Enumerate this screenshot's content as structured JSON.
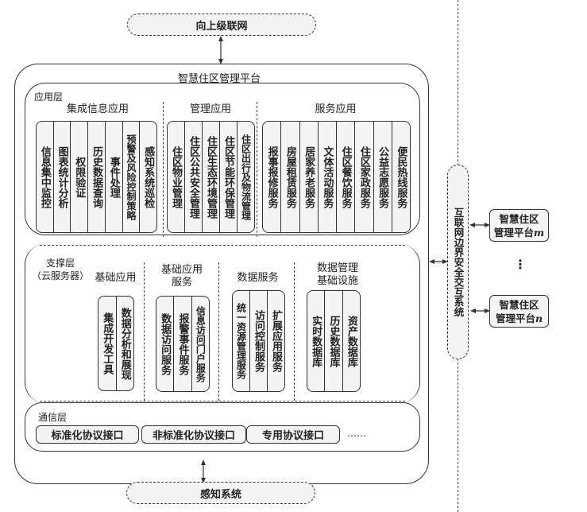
{
  "top_cloud": "向上级联网",
  "bottom_cloud": "感知系统",
  "platform_title": "智慧住区管理平台",
  "application_layer": {
    "label": "应用层",
    "groups": [
      {
        "title": "集成信息应用",
        "items": [
          "信息集中监控",
          "图表统计分析",
          "权限验证",
          "历史数据查询",
          "事件处理",
          "预警及风险控制策略",
          "感知系统巡检"
        ]
      },
      {
        "title": "管理应用",
        "items": [
          "住区物业管理",
          "住区公共安全管理",
          "住区生态环境管理",
          "住区节能环保管理",
          "住区出行及物流管理"
        ]
      },
      {
        "title": "服务应用",
        "items": [
          "报事报修服务",
          "房屋租赁服务",
          "居家养老服务",
          "文体活动服务",
          "住区餐饮服务",
          "住区家政服务",
          "公益志愿服务",
          "便民热线服务"
        ]
      }
    ]
  },
  "support_layer": {
    "label_line1": "支撑层",
    "label_line2": "（云服务器）",
    "groups": [
      {
        "title": "基础应用",
        "items": [
          "集成开发工具",
          "数据分析和展现"
        ]
      },
      {
        "title_line1": "基础应用",
        "title_line2": "服务",
        "items": [
          "数据访问服务",
          "报警事件服务",
          "信息访问门户服务"
        ]
      },
      {
        "title": "数据服务",
        "items": [
          "统一资源管理服务",
          "访问控制服务",
          "扩展应用服务"
        ]
      },
      {
        "title_line1": "数据管理",
        "title_line2": "基础设施",
        "items": [
          "实时数据库",
          "历史数据库",
          "资产数据库"
        ]
      }
    ]
  },
  "communication_layer": {
    "label": "通信层",
    "interfaces": [
      "标准化协议接口",
      "非标准化协议接口",
      "专用协议接口"
    ],
    "ellipsis": "……"
  },
  "boundary_system": "互联网边界安全交互系统",
  "external_platforms": [
    {
      "line1": "智慧住区",
      "line2": "管理平台",
      "suffix": "m"
    },
    {
      "line1": "智慧住区",
      "line2": "管理平台",
      "suffix": "n"
    }
  ],
  "external_ellipsis": "⋮"
}
